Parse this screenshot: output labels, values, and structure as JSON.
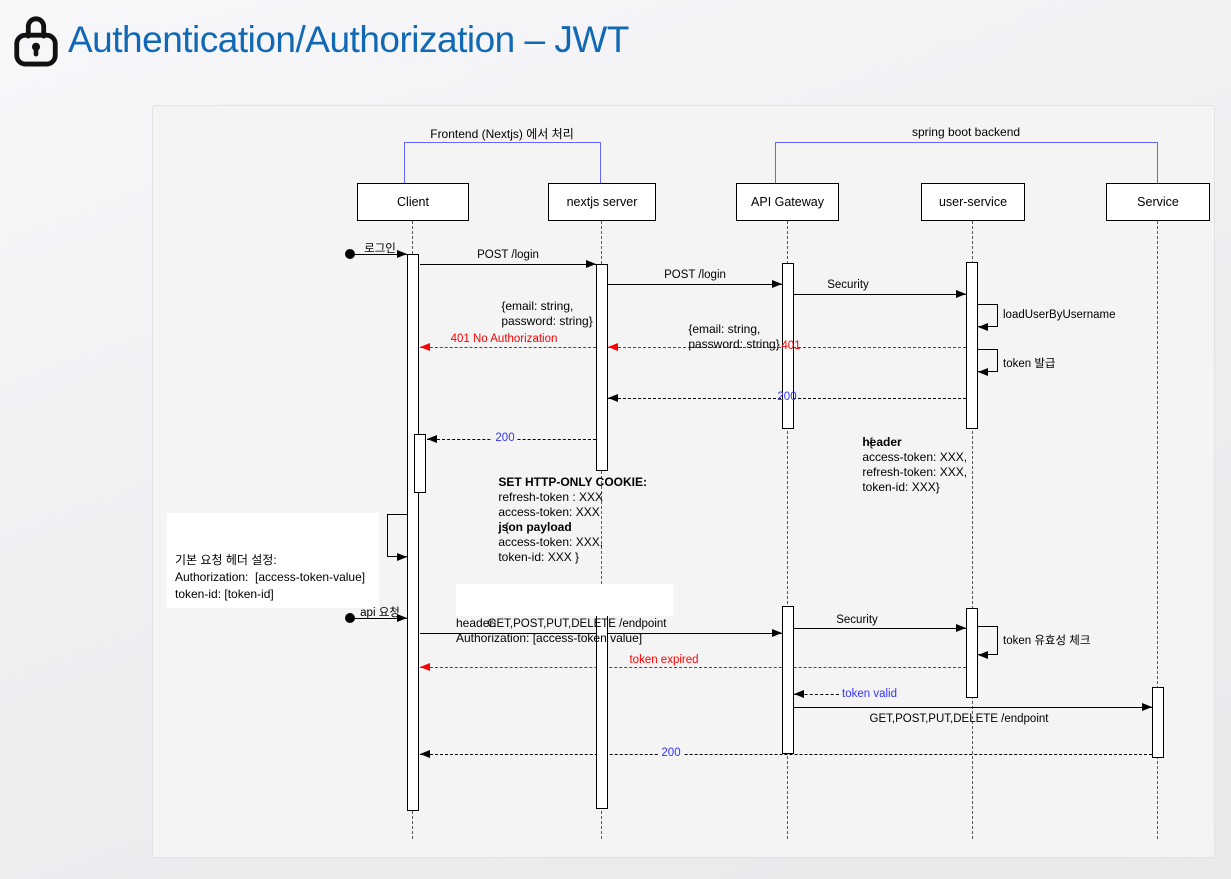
{
  "title": {
    "text": "Authentication/Authorization – JWT"
  },
  "groups": {
    "frontend": "Frontend (Nextjs) 에서 처리",
    "backend": "spring boot backend"
  },
  "lifelines": [
    "Client",
    "nextjs server",
    "API Gateway",
    "user-service",
    "Service"
  ],
  "messages": {
    "login_trigger": "로그인",
    "post_login_1": "POST /login",
    "post_login_1_body_1": "{email: string,",
    "post_login_1_body_2": "password: string}",
    "post_login_2": "POST /login",
    "post_login_2_body_1": "{email: string,",
    "post_login_2_body_2": "password: string}",
    "security_1": "Security",
    "load_user": "loadUserByUsername",
    "resp_401": "401",
    "resp_401_no_auth": "401 No Authorization",
    "token_issue": "token 발급",
    "resp_200_backend": "200",
    "resp_200_frontend": "200",
    "api_request": "api 요청",
    "endpoint_request_1": "GET,POST,PUT,DELETE /endpoint",
    "security_2": "Security",
    "token_check": "token 유효성 체크",
    "token_expired": "token expired",
    "token_valid": "token valid",
    "endpoint_request_2": "GET,POST,PUT,DELETE /endpoint",
    "resp_200_final": "200"
  },
  "notes": {
    "header_response": {
      "bold": "header",
      "rest": ": {",
      "line_1": "access-token: XXX,",
      "line_2": "refresh-token: XXX,",
      "line_3": "token-id: XXX}"
    },
    "set_cookie": {
      "title": "SET HTTP-ONLY COOKIE:",
      "line_1": "refresh-token : XXX",
      "line_2": "access-token: XXX",
      "bold": "json payload",
      "rest": ": {",
      "line_3": "access-token: XXX,",
      "line_4": "token-id: XXX }"
    },
    "default_headers": {
      "line_1": "기본 요청 헤더 설정:",
      "line_2": "Authorization:  [access-token-value]",
      "line_3": "token-id: [token-id]"
    },
    "request_header": {
      "line_1": "header:",
      "line_2": "Authorization: [access-token value]"
    }
  },
  "colors": {
    "title_blue": "#1169b5",
    "bracket": "#6666ff",
    "error": "#ff0000",
    "status": "#3333ff"
  }
}
